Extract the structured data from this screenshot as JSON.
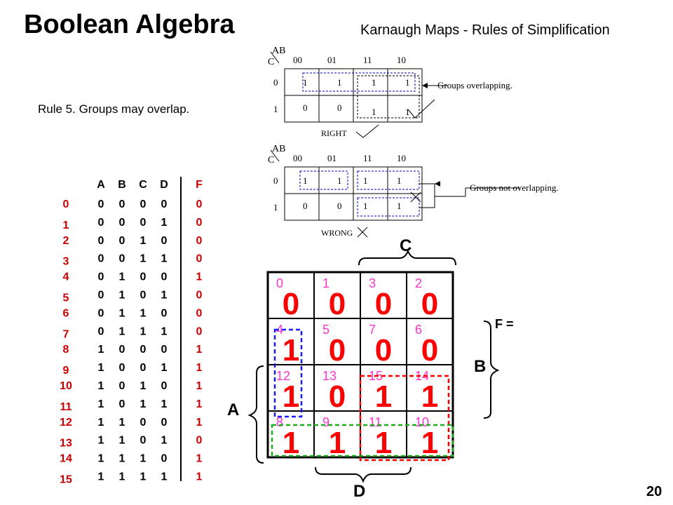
{
  "header": {
    "title": "Boolean Algebra",
    "subtitle": "Karnaugh Maps - Rules of Simplification",
    "page_number": "20"
  },
  "rule_text": "Rule 5. Groups may overlap.",
  "small_maps": [
    {
      "ab_label": "AB",
      "c_label": "C",
      "col_headers": [
        "00",
        "01",
        "11",
        "10"
      ],
      "row_headers": [
        "0",
        "1"
      ],
      "cells": [
        [
          "1",
          "1",
          "1",
          "1"
        ],
        [
          "0",
          "0",
          "1",
          "1"
        ]
      ],
      "annotation": "Groups overlapping.",
      "verdict": "RIGHT"
    },
    {
      "ab_label": "AB",
      "c_label": "C",
      "col_headers": [
        "00",
        "01",
        "11",
        "10"
      ],
      "row_headers": [
        "0",
        "1"
      ],
      "cells": [
        [
          "1",
          "1",
          "1",
          "1"
        ],
        [
          "0",
          "0",
          "1",
          "1"
        ]
      ],
      "annotation": "Groups not overlapping.",
      "verdict": "WRONG"
    }
  ],
  "truth_table": {
    "headers": [
      "A",
      "B",
      "C",
      "D",
      "F"
    ],
    "rows": [
      {
        "index": "0",
        "bits": [
          "0",
          "0",
          "0",
          "0"
        ],
        "f": "0"
      },
      {
        "index": "1",
        "bits": [
          "0",
          "0",
          "0",
          "1"
        ],
        "f": "0"
      },
      {
        "index": "2",
        "bits": [
          "0",
          "0",
          "1",
          "0"
        ],
        "f": "0"
      },
      {
        "index": "3",
        "bits": [
          "0",
          "0",
          "1",
          "1"
        ],
        "f": "0"
      },
      {
        "index": "4",
        "bits": [
          "0",
          "1",
          "0",
          "0"
        ],
        "f": "1"
      },
      {
        "index": "5",
        "bits": [
          "0",
          "1",
          "0",
          "1"
        ],
        "f": "0"
      },
      {
        "index": "6",
        "bits": [
          "0",
          "1",
          "1",
          "0"
        ],
        "f": "0"
      },
      {
        "index": "7",
        "bits": [
          "0",
          "1",
          "1",
          "1"
        ],
        "f": "0"
      },
      {
        "index": "8",
        "bits": [
          "1",
          "0",
          "0",
          "0"
        ],
        "f": "1"
      },
      {
        "index": "9",
        "bits": [
          "1",
          "0",
          "0",
          "1"
        ],
        "f": "1"
      },
      {
        "index": "10",
        "bits": [
          "1",
          "0",
          "1",
          "0"
        ],
        "f": "1"
      },
      {
        "index": "11",
        "bits": [
          "1",
          "0",
          "1",
          "1"
        ],
        "f": "1"
      },
      {
        "index": "12",
        "bits": [
          "1",
          "1",
          "0",
          "0"
        ],
        "f": "1"
      },
      {
        "index": "13",
        "bits": [
          "1",
          "1",
          "0",
          "1"
        ],
        "f": "0"
      },
      {
        "index": "14",
        "bits": [
          "1",
          "1",
          "1",
          "0"
        ],
        "f": "1"
      },
      {
        "index": "15",
        "bits": [
          "1",
          "1",
          "1",
          "1"
        ],
        "f": "1"
      }
    ]
  },
  "kmap": {
    "rows": [
      [
        {
          "idx": "0",
          "val": "0"
        },
        {
          "idx": "1",
          "val": "0"
        },
        {
          "idx": "3",
          "val": "0"
        },
        {
          "idx": "2",
          "val": "0"
        }
      ],
      [
        {
          "idx": "4",
          "val": "1"
        },
        {
          "idx": "5",
          "val": "0"
        },
        {
          "idx": "7",
          "val": "0"
        },
        {
          "idx": "6",
          "val": "0"
        }
      ],
      [
        {
          "idx": "12",
          "val": "1"
        },
        {
          "idx": "13",
          "val": "0"
        },
        {
          "idx": "15",
          "val": "1"
        },
        {
          "idx": "14",
          "val": "1"
        }
      ],
      [
        {
          "idx": "8",
          "val": "1"
        },
        {
          "idx": "9",
          "val": "1"
        },
        {
          "idx": "11",
          "val": "1"
        },
        {
          "idx": "10",
          "val": "1"
        }
      ]
    ],
    "label_c": "C",
    "label_b": "B",
    "label_a": "A",
    "label_d": "D",
    "colors": {
      "value": "#ff0000",
      "index": "#ff33cc",
      "group_blue": "#1a1aff",
      "group_red": "#ff0000",
      "group_green": "#22aa22"
    }
  },
  "equation": "F ="
}
